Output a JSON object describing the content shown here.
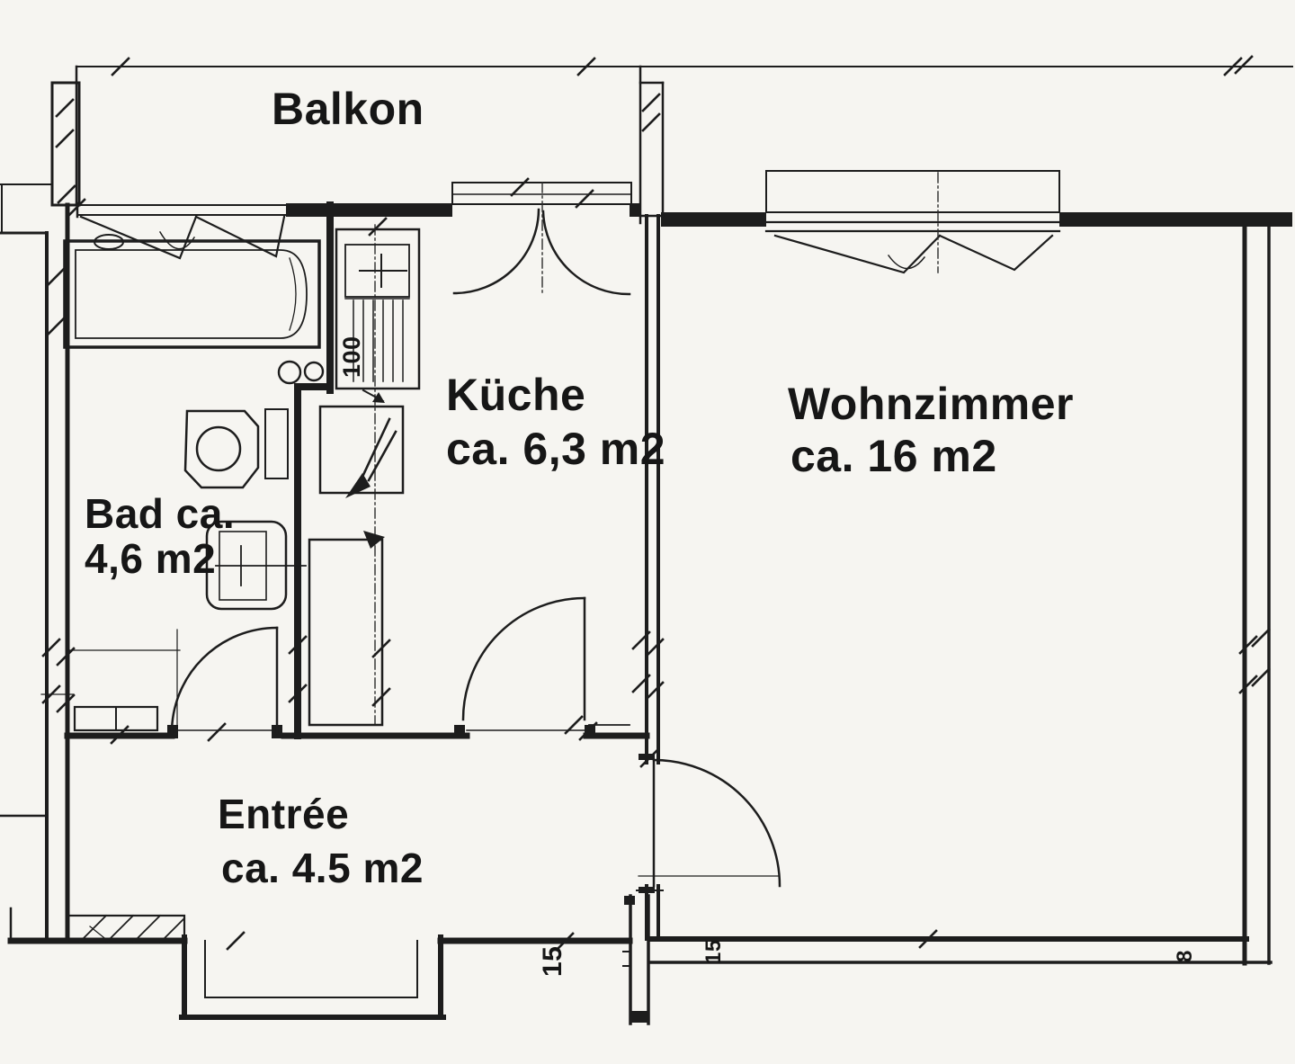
{
  "meta": {
    "type": "scanned architectural floor plan",
    "colors": {
      "line": "#1d1d1d",
      "background": "#f6f5f1",
      "text": "#161616"
    }
  },
  "rooms": {
    "balkon": {
      "label": "Balkon"
    },
    "kueche": {
      "label": "Küche",
      "area": "ca. 6,3 m2"
    },
    "wohnzimmer": {
      "label": "Wohnzimmer",
      "area": "ca. 16 m2"
    },
    "bad": {
      "label": "Bad ca.",
      "area": "4,6 m2"
    },
    "entree": {
      "label": "Entrée",
      "area": "ca. 4.5 m2"
    }
  },
  "dimensions": {
    "kitchen_unit": "100",
    "entry_wall_left": "15",
    "entry_wall_right": "15",
    "living_bottom_edge": "8"
  }
}
